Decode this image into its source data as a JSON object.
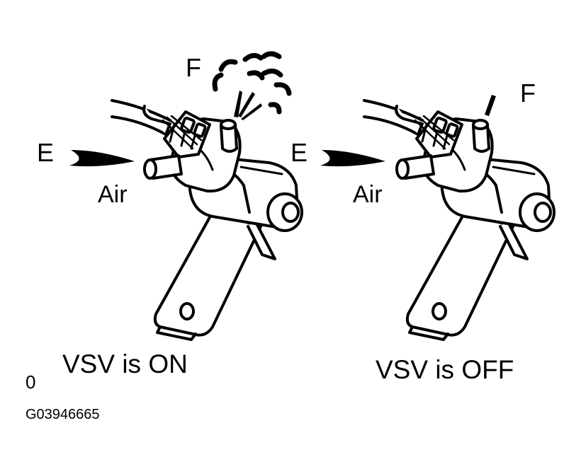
{
  "left_panel": {
    "port_f_label": "F",
    "port_e_label": "E",
    "air_label": "Air",
    "caption": "VSV is ON"
  },
  "right_panel": {
    "port_f_label": "F",
    "port_e_label": "E",
    "air_label": "Air",
    "caption": "VSV is OFF"
  },
  "corner_mark": "0",
  "figure_code": "G03946665"
}
